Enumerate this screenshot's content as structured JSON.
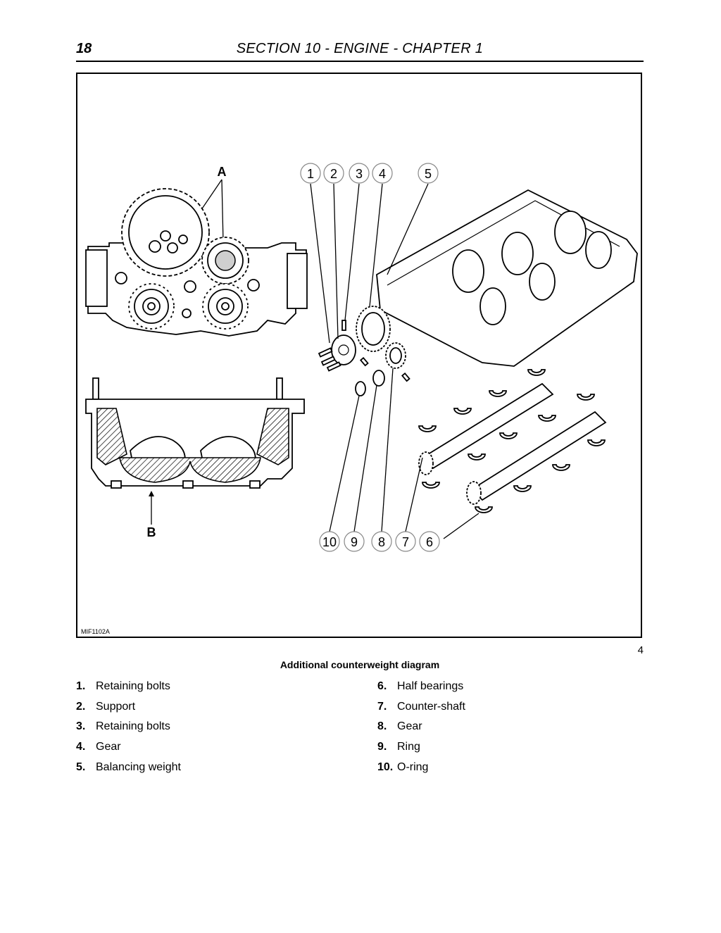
{
  "header": {
    "page_number": "18",
    "section_title": "SECTION 10 - ENGINE - CHAPTER 1"
  },
  "figure": {
    "code": "MIF1102A",
    "number": "4",
    "caption": "Additional counterweight diagram",
    "labels": {
      "a": "A",
      "b": "B"
    },
    "callouts": [
      "1",
      "2",
      "3",
      "4",
      "5",
      "6",
      "7",
      "8",
      "9",
      "10"
    ]
  },
  "legend": {
    "left": [
      {
        "num": "1.",
        "text": "Retaining bolts"
      },
      {
        "num": "2.",
        "text": "Support"
      },
      {
        "num": "3.",
        "text": "Retaining bolts"
      },
      {
        "num": "4.",
        "text": "Gear"
      },
      {
        "num": "5.",
        "text": "Balancing weight"
      }
    ],
    "right": [
      {
        "num": "6.",
        "text": "Half bearings"
      },
      {
        "num": "7.",
        "text": "Counter-shaft"
      },
      {
        "num": "8.",
        "text": "Gear"
      },
      {
        "num": "9.",
        "text": "Ring"
      },
      {
        "num": "10.",
        "text": "O-ring"
      }
    ]
  }
}
